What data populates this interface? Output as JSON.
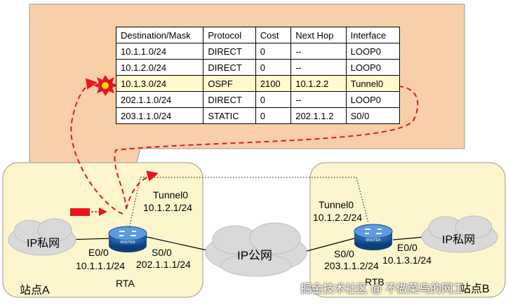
{
  "routing_table": {
    "headers": [
      "Destination/Mask",
      "Protocol",
      "Cost",
      "Next Hop",
      "Interface"
    ],
    "rows": [
      [
        "10.1.1.0/24",
        "DIRECT",
        "0",
        "--",
        "LOOP0"
      ],
      [
        "10.1.2.0/24",
        "DIRECT",
        "0",
        "--",
        "LOOP0"
      ],
      [
        "10.1.3.0/24",
        "OSPF",
        "2100",
        "10.1.2.2",
        "Tunnel0"
      ],
      [
        "202.1.1.0/24",
        "DIRECT",
        "0",
        "--",
        "LOOP0"
      ],
      [
        "203.1.1.0/24",
        "STATIC",
        "0",
        "202.1.1.2",
        "S0/0"
      ]
    ]
  },
  "site_a": {
    "name": "站点A",
    "cloud": "IP私网",
    "router": "RTA",
    "router_badge": "ROUTER",
    "tunnel_name": "Tunnel0",
    "tunnel_ip": "10.1.2.1/24",
    "e0_name": "E0/0",
    "e0_ip": "10.1.1.1/24",
    "s0_name": "S0/0",
    "s0_ip": "202.1.1.1/24"
  },
  "public": {
    "cloud": "IP公网"
  },
  "site_b": {
    "name": "站点B",
    "cloud": "IP私网",
    "router": "RTB",
    "router_badge": "ROUTER",
    "tunnel_name": "Tunnel0",
    "tunnel_ip": "10.1.2.2/24",
    "e0_name": "E0/0",
    "e0_ip": "10.1.3.1/24",
    "s0_name": "S0/0",
    "s0_ip": "203.1.1.2/24"
  },
  "watermark": "掘金技术社区 @ 不做菜鸟的网工",
  "colors": {
    "callout": "#f8cfa8",
    "site_fill": "#fdf6cc",
    "highlight_row": "#fff9cc",
    "path": "#e8141b",
    "router": "#1e64b4"
  }
}
